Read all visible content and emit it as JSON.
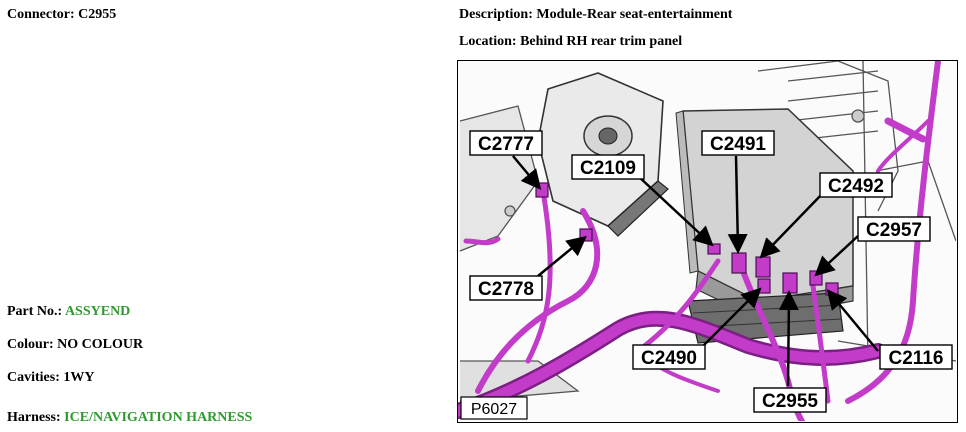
{
  "connector": {
    "label": "Connector:",
    "value": "C2955"
  },
  "description": {
    "label": "Description:",
    "value": "Module-Rear seat-entertainment"
  },
  "location": {
    "label": "Location:",
    "value": "Behind RH rear trim panel"
  },
  "part_no": {
    "label": "Part No.:",
    "value": "ASSYEND"
  },
  "colour": {
    "label": "Colour:",
    "value": "NO COLOUR"
  },
  "cavities": {
    "label": "Cavities:",
    "value": "1WY"
  },
  "harness": {
    "label": "Harness:",
    "value": "ICE/NAVIGATION HARNESS"
  },
  "diagram": {
    "figure_id": "P6027",
    "callouts": {
      "c2777": "C2777",
      "c2109": "C2109",
      "c2491": "C2491",
      "c2492": "C2492",
      "c2957": "C2957",
      "c2778": "C2778",
      "c2490": "C2490",
      "c2955": "C2955",
      "c2116": "C2116"
    }
  },
  "colors": {
    "link_green": "#2f9a2f",
    "harness_magenta": "#c23bc9"
  }
}
